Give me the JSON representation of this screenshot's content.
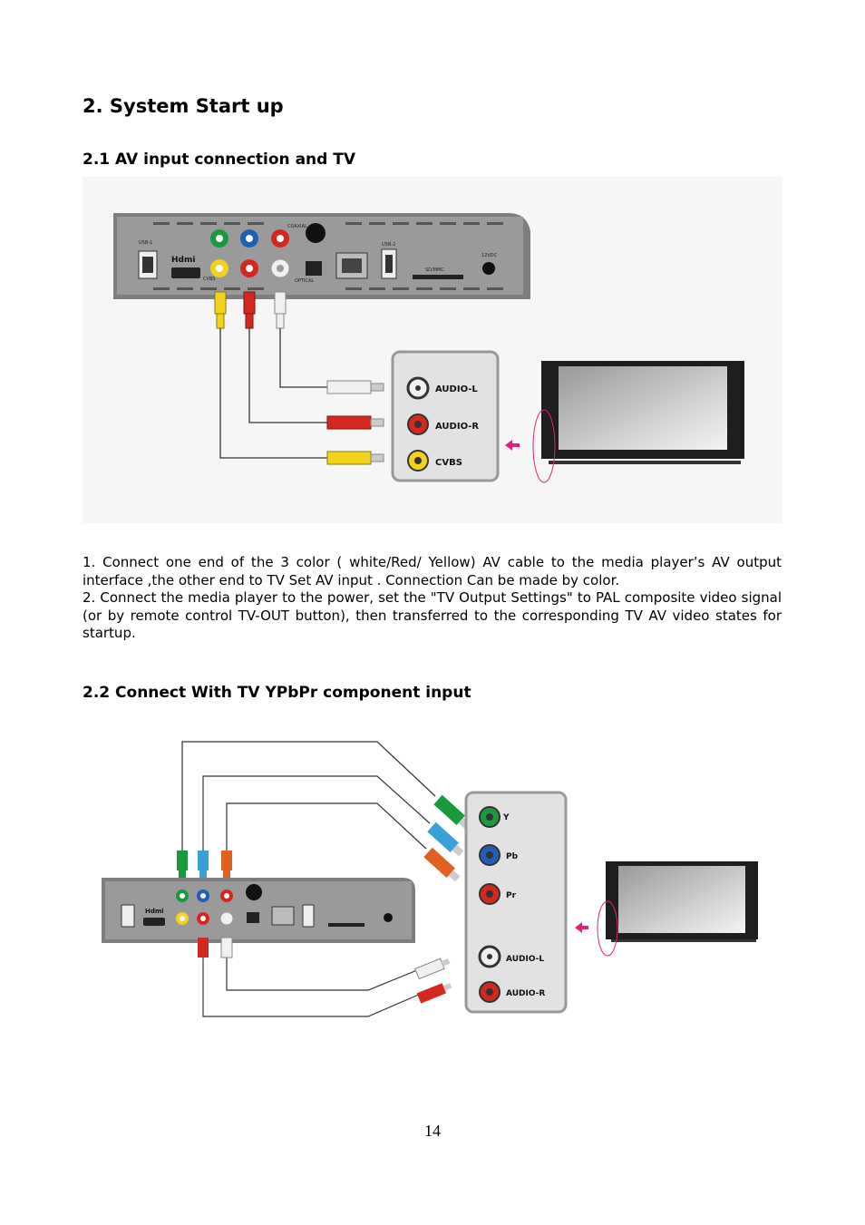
{
  "page": {
    "title": "2. System Start up",
    "page_number": "14"
  },
  "section1": {
    "heading": "2.1 AV input connection and TV",
    "panel_labels": {
      "audio_l": "AUDIO-L",
      "audio_r": "AUDIO-R",
      "cvbs": "CVBS"
    },
    "paragraphs": [
      "1. Connect one end of the 3 color ( white/Red/ Yellow) AV cable to the media player’s AV output interface ,the other end to TV Set AV input . Connection Can be made by color.",
      "2. Connect the media player to the power, set the \"TV Output Settings\" to PAL composite video signal (or by remote control TV-OUT button), then transferred to the corresponding TV AV video states for startup."
    ]
  },
  "section2": {
    "heading": "2.2 Connect With TV YPbPr component input",
    "panel_labels": {
      "y": "Y",
      "pb": "Pb",
      "pr": "Pr",
      "audio_l": "AUDIO-L",
      "audio_r": "AUDIO-R"
    }
  },
  "device": {
    "hdmi_logo": "Hdmi",
    "port_labels": {
      "usb": "USB-1",
      "usb2": "USB-2",
      "cvbs": "CVBS",
      "optical": "OPTICAL",
      "coaxial": "COAXIAL",
      "sdmmc": "SD/MMC",
      "dc": "12VDC"
    }
  },
  "colors": {
    "green": "#1a9a3c",
    "blue": "#1f5fb8",
    "red": "#d4281e",
    "white": "#f0f0f0",
    "yellow": "#f2d21a",
    "magenta": "#e0207a",
    "device": "#8e8e8e",
    "panel": "#e2e2e2"
  }
}
